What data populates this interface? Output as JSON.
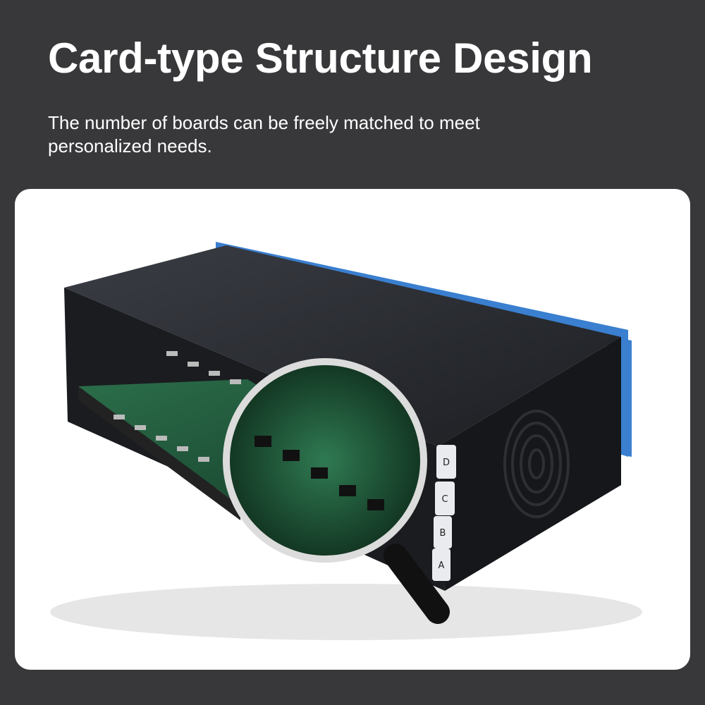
{
  "header": {
    "title": "Card-type Structure Design",
    "subtitle": "The number of boards can be freely matched to meet personalized needs."
  },
  "product": {
    "slot_labels": [
      "D",
      "C",
      "B",
      "A"
    ],
    "colors": {
      "chassis": "#1e2024",
      "rack_ears": "#3a7fd0",
      "pcb": "#1f5a3c",
      "background": "#38383b"
    }
  }
}
